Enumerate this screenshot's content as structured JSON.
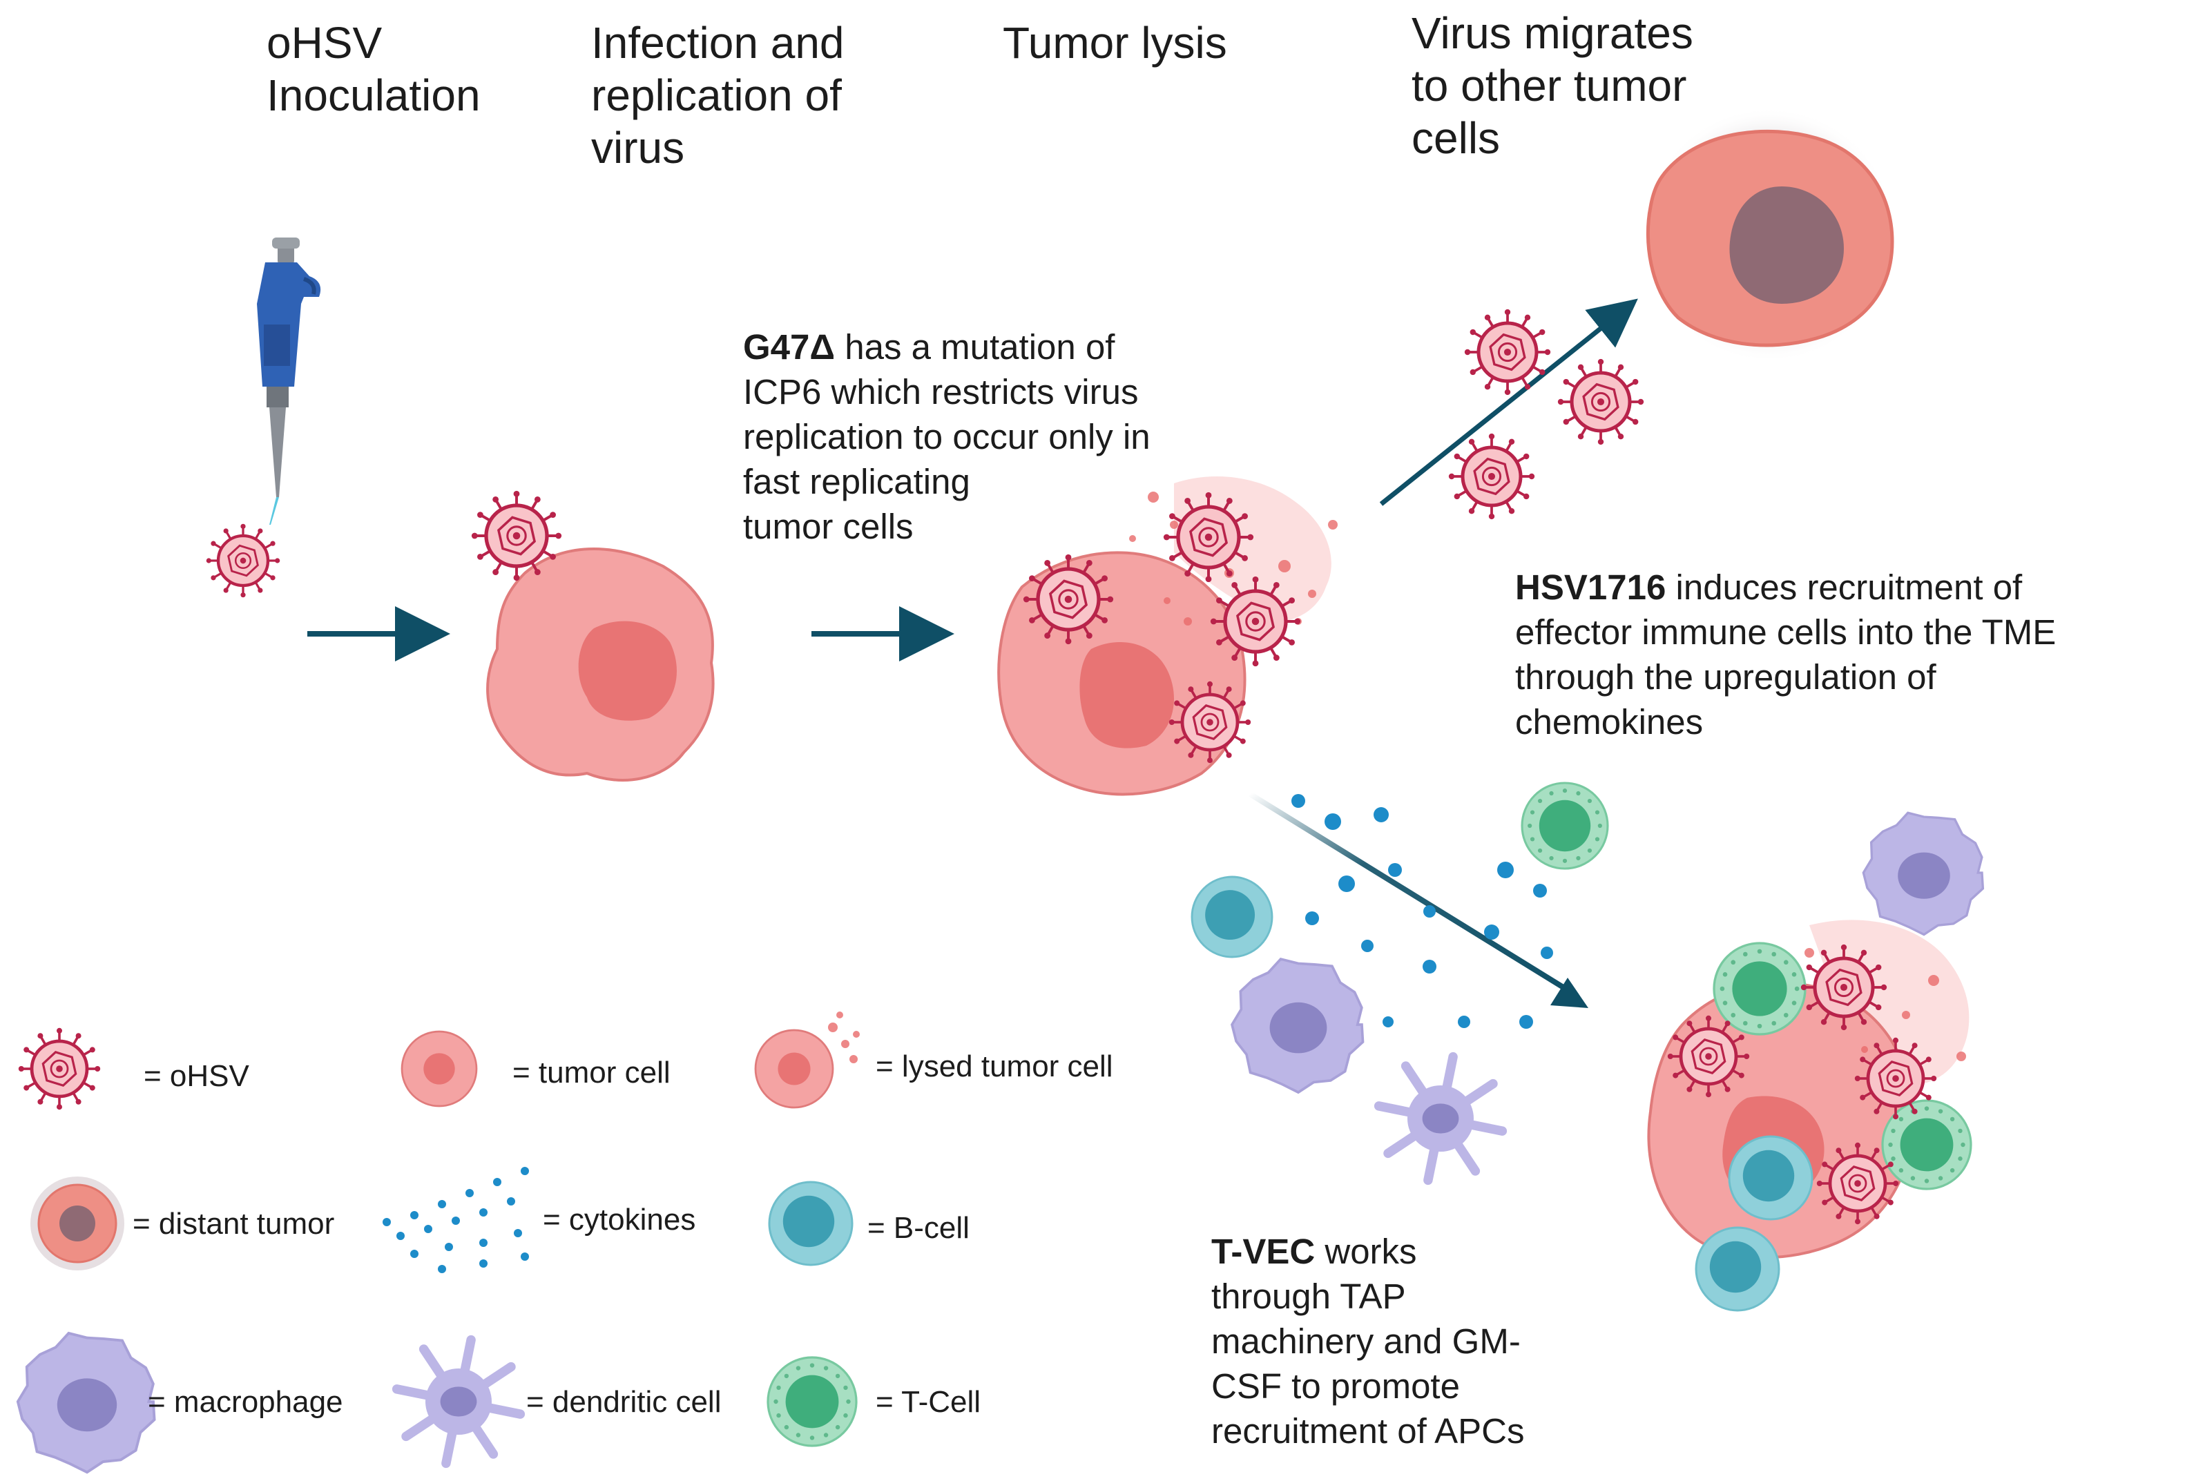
{
  "stages": {
    "inoculation": [
      "oHSV",
      "Inoculation"
    ],
    "infection": [
      "Infection and",
      "replication of",
      "virus"
    ],
    "lysis": [
      "Tumor lysis"
    ],
    "migration": [
      "Virus migrates",
      "to other tumor",
      "cells"
    ]
  },
  "notes": {
    "g47": {
      "bold": "G47Δ",
      "rest": " has a mutation of",
      "lines": [
        "ICP6 which  restricts virus",
        "replication to occur only in",
        "fast replicating",
        "tumor cells"
      ]
    },
    "hsv1716": {
      "bold": "HSV1716",
      "rest": " induces recruitment of",
      "lines": [
        "effector immune cells into the TME",
        "through the upregulation of",
        "chemokines"
      ]
    },
    "tvec": {
      "bold": "T-VEC",
      "rest": " works",
      "lines": [
        "through TAP",
        "machinery and GM-",
        "CSF to promote",
        "recruitment of APCs"
      ]
    }
  },
  "legend": {
    "ohsv": "= oHSV",
    "tumor_cell": "= tumor cell",
    "lysed_tumor_cell": "= lysed tumor cell",
    "distant_tumor": "= distant tumor",
    "cytokines": "= cytokines",
    "b_cell": "= B-cell",
    "macrophage": "= macrophage",
    "dendritic_cell": "= dendritic cell",
    "t_cell": "= T-Cell"
  },
  "colors": {
    "arrow": "#0f4f66",
    "tumor": "#f4a3a3",
    "tumor_edge": "#e07b7b",
    "nucleus": "#e87474",
    "virus_fill": "#f9c4c9",
    "virus_edge": "#b8234a",
    "distant_tumor": "#ee8f85",
    "distant_nucleus": "#8f6a74",
    "cytokine": "#1d8cc9",
    "bcell": "#8fd0da",
    "bcell_nucleus": "#3d9fb3",
    "tcell": "#a7dfc2",
    "tcell_nucleus": "#3fae7c",
    "macrophage": "#bcb6e6",
    "macrophage_nucleus": "#8b85c4",
    "pipette_body": "#2f62b5",
    "pipette_tip": "#8a8f96"
  }
}
